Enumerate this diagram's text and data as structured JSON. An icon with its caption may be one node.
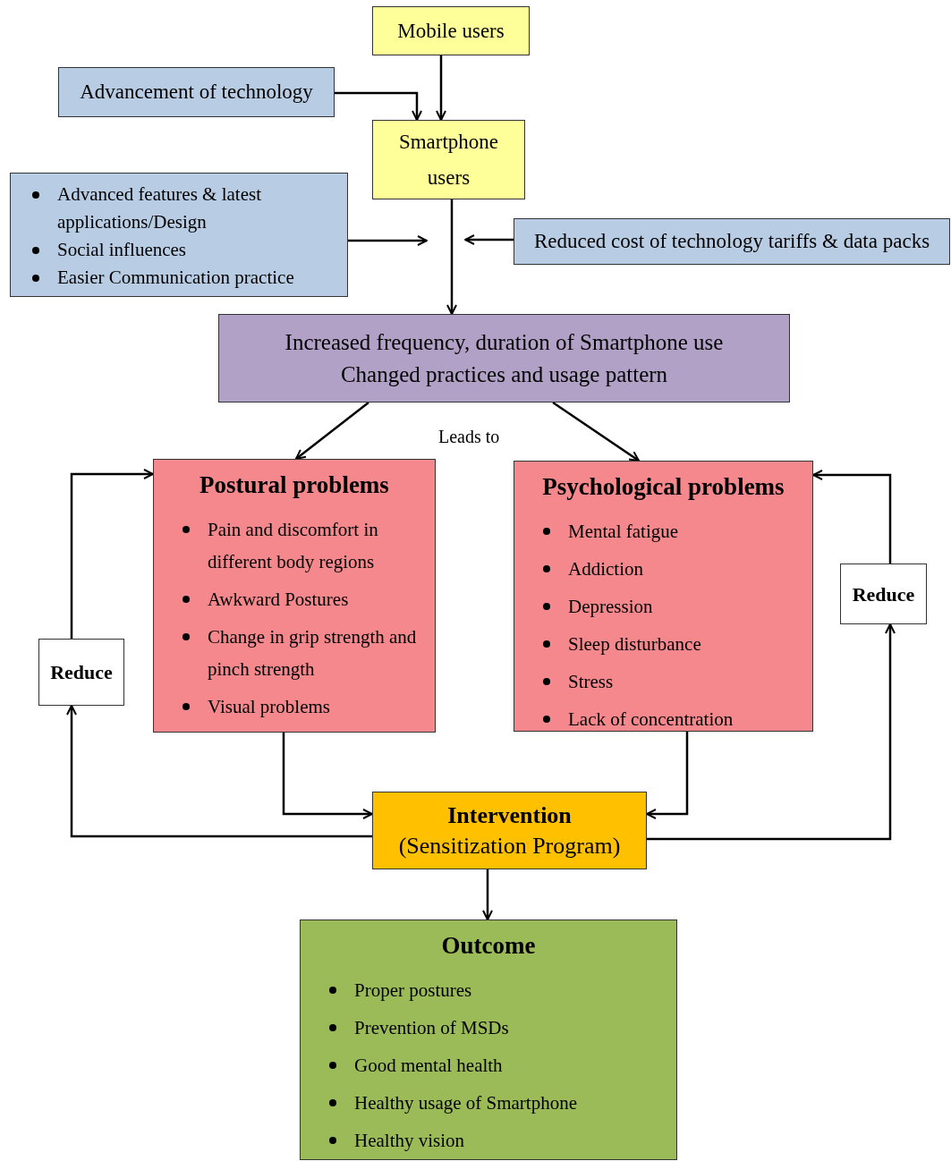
{
  "diagram": {
    "nodes": [
      {
        "text": [
          "Mobile users"
        ]
      },
      {
        "text": [
          "Advancement of technology"
        ]
      },
      {
        "text": [
          "Smartphone users"
        ]
      },
      {
        "text": [
          "Advanced features & latest applications/Design",
          "Social influences",
          "Easier Communication practice"
        ]
      },
      {
        "text": [
          "Reduced cost of technology tariffs & data packs"
        ]
      },
      {
        "text": [
          "Increased frequency, duration of Smartphone use",
          "Changed practices and usage pattern"
        ]
      },
      {
        "text": [
          "Postural problems",
          "Pain and discomfort in different body regions",
          "Awkward Postures",
          "Change in grip strength and pinch strength",
          "Visual problems"
        ]
      },
      {
        "text": [
          "Psychological problems",
          "Mental fatigue",
          "Addiction",
          "Depression",
          "Sleep disturbance",
          "Stress",
          "Lack of concentration"
        ]
      },
      {
        "text": [
          "Reduce"
        ]
      },
      {
        "text": [
          "Reduce"
        ]
      },
      {
        "text": [
          "Intervention",
          "(Sensitization Program)"
        ]
      },
      {
        "text": [
          "Outcome",
          "Proper postures",
          "Prevention of MSDs",
          "Good mental health",
          "Healthy usage of Smartphone",
          "Healthy vision"
        ]
      }
    ],
    "edges": [
      {
        "from": 0,
        "to": 2,
        "arrow": "to"
      },
      {
        "from": 1,
        "to": 2,
        "arrow": "to"
      },
      {
        "from": 2,
        "to": 5,
        "arrow": "to"
      },
      {
        "from": 3,
        "to": null,
        "arrow": "to"
      },
      {
        "from": 4,
        "to": null,
        "arrow": "to"
      },
      {
        "from": 5,
        "to": 6,
        "arrow": "to"
      },
      {
        "from": 5,
        "to": 7,
        "arrow": "to"
      },
      {
        "from": 6,
        "to": 10,
        "arrow": "to"
      },
      {
        "from": 7,
        "to": 10,
        "arrow": "to"
      },
      {
        "from": 10,
        "to": 8,
        "arrow": "to"
      },
      {
        "from": 8,
        "to": 6,
        "arrow": "to"
      },
      {
        "from": 10,
        "to": 9,
        "arrow": "to"
      },
      {
        "from": 9,
        "to": 7,
        "arrow": "to"
      },
      {
        "from": 10,
        "to": 11,
        "arrow": "to"
      }
    ],
    "labels": [
      "Leads to"
    ]
  }
}
